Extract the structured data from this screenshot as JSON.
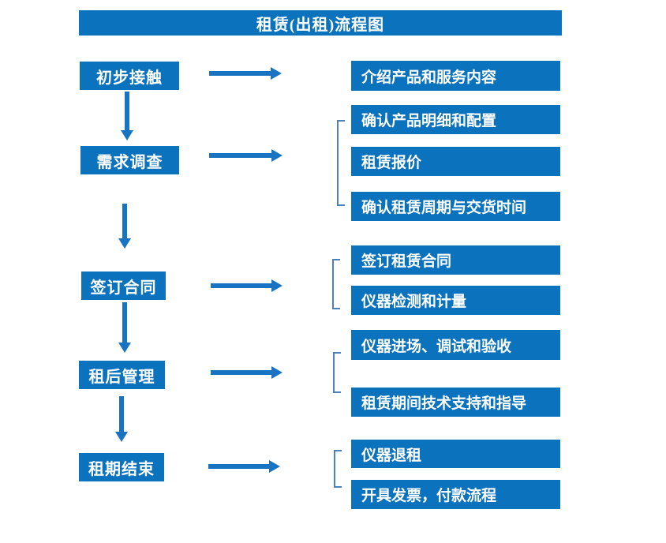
{
  "title": "租赁(出租)流程图",
  "colors": {
    "primary_blue": "#0B72BE",
    "arrow_blue": "#1874C3",
    "bracket_blue": "#4A80BC",
    "text": "#FFFFFF",
    "background": "#FFFFFF"
  },
  "stages": [
    {
      "label": "初步接触",
      "outputs": [
        "介绍产品和服务内容"
      ]
    },
    {
      "label": "需求调查",
      "outputs": [
        "确认产品明细和配置",
        "租赁报价",
        "确认租赁周期与交货时间"
      ]
    },
    {
      "label": "签订合同",
      "outputs": [
        "签订租赁合同",
        "仪器检测和计量"
      ]
    },
    {
      "label": "租后管理",
      "outputs": [
        "仪器进场、调试和验收",
        "租赁期间技术支持和指导"
      ]
    },
    {
      "label": "租期结束",
      "outputs": [
        "仪器退租",
        "开具发票，付款流程"
      ]
    }
  ]
}
